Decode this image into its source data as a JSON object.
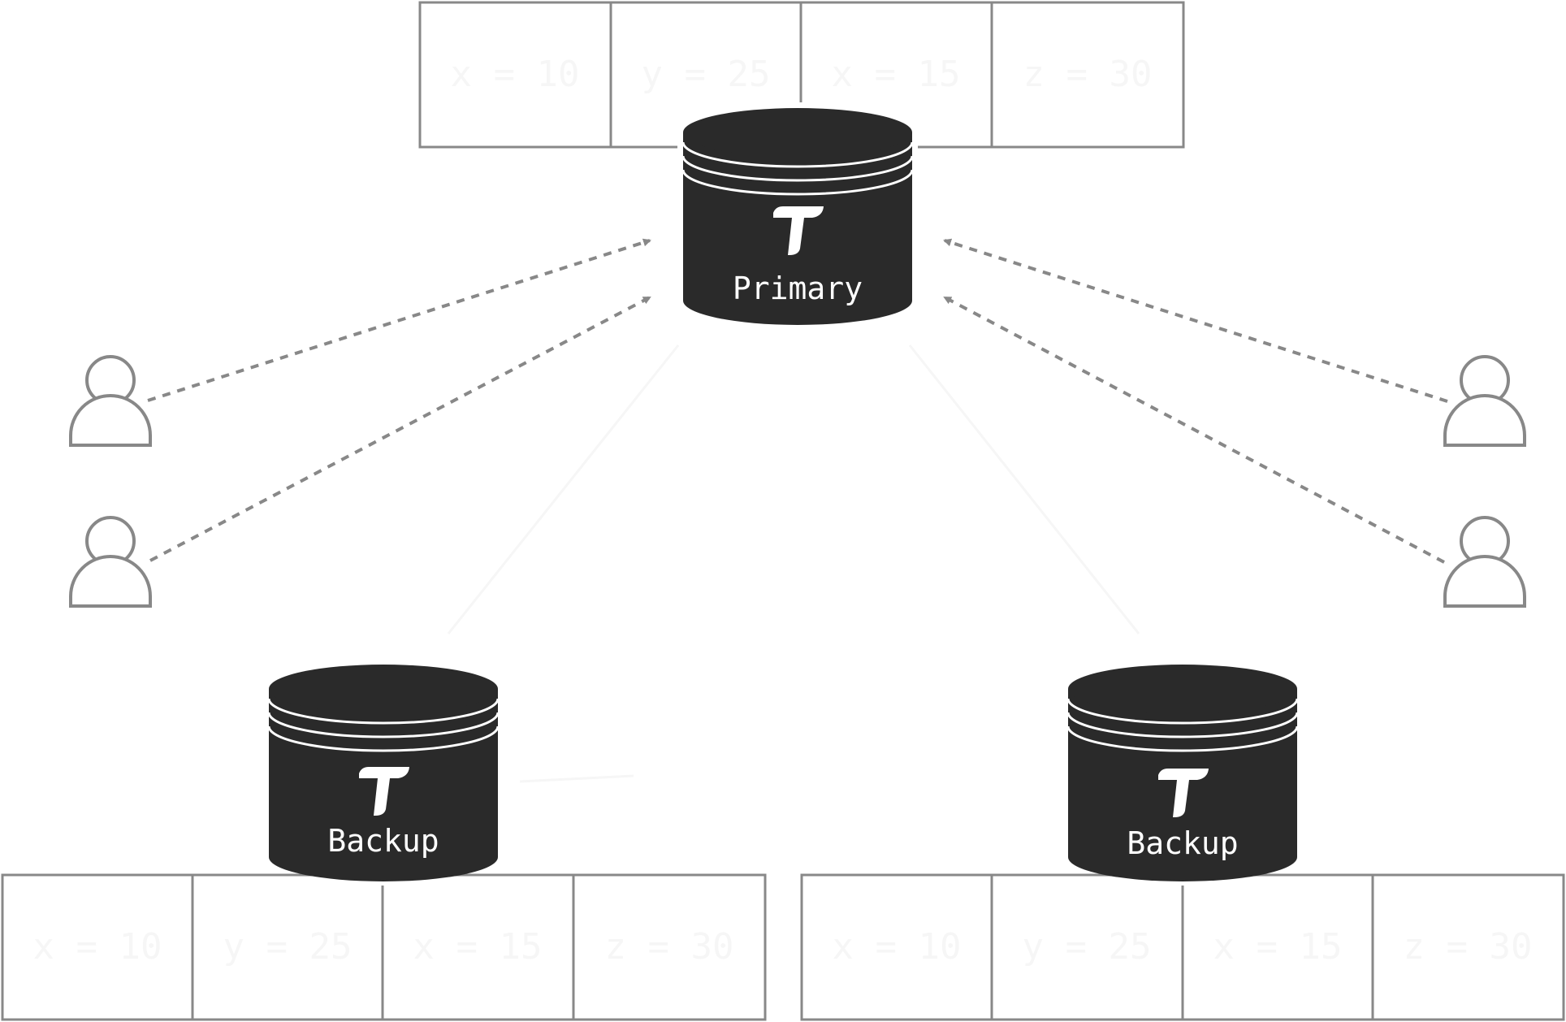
{
  "colors": {
    "background": "#ffffff",
    "stroke": "#888888",
    "faint": "#f6f6f6",
    "database_fill": "#2a2a2a",
    "database_text": "#ffffff"
  },
  "log_cells": {
    "primary": [
      "x = 10",
      "y = 25",
      "x = 15",
      "z = 30"
    ],
    "backup_left": [
      "x = 10",
      "y = 25",
      "x = 15",
      "z = 30"
    ],
    "backup_right": [
      "x = 10",
      "y = 25",
      "x = 15",
      "z = 30"
    ]
  },
  "databases": {
    "primary": {
      "label": "Primary",
      "icon": "tigerbeetle-logo"
    },
    "backup_left": {
      "label": "Backup",
      "icon": "tigerbeetle-logo"
    },
    "backup_right": {
      "label": "Backup",
      "icon": "tigerbeetle-logo"
    }
  },
  "clients": [
    {
      "icon": "user-icon"
    },
    {
      "icon": "user-icon"
    },
    {
      "icon": "user-icon"
    },
    {
      "icon": "user-icon"
    }
  ]
}
